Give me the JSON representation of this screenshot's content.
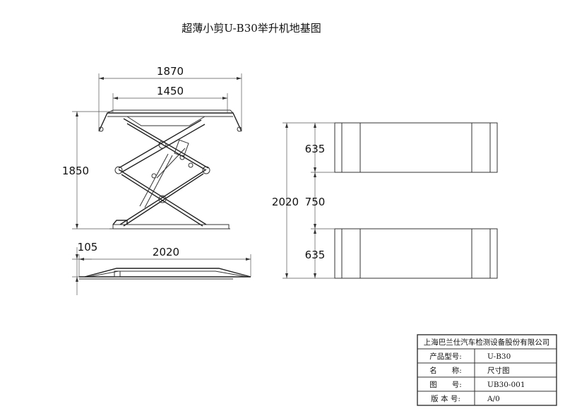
{
  "title": "超薄小剪U-B30举升机地基图",
  "dims": {
    "top_overall": "1870",
    "top_inner": "1450",
    "height": "1850",
    "base_offset": "105",
    "base_length": "2020",
    "plan_top": "635",
    "plan_gap": "750",
    "plan_bottom": "635",
    "plan_total": "2020"
  },
  "title_block": {
    "company": "上海巴兰仕汽车检测设备股份有限公司",
    "rows": [
      {
        "label": "产品型号:",
        "value": "U-B30"
      },
      {
        "label": "名　　称:",
        "value": "尺寸图"
      },
      {
        "label": "图　　号:",
        "value": "UB30-001"
      },
      {
        "label": "版 本 号:",
        "value": "A/0"
      }
    ]
  }
}
